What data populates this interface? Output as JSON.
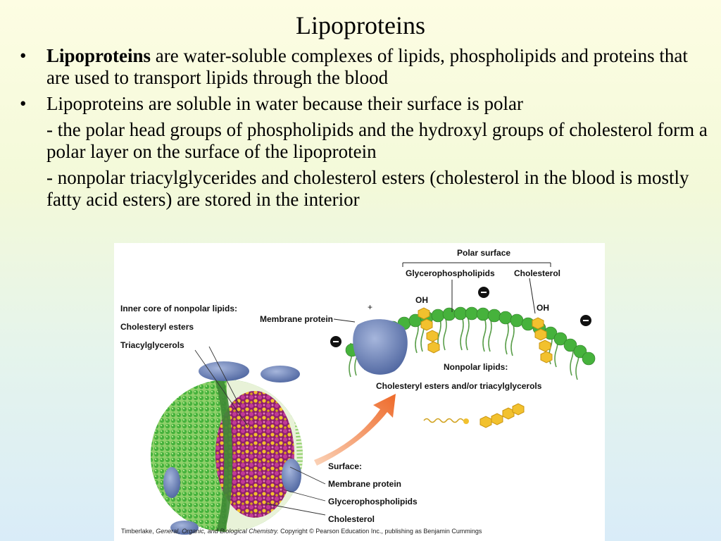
{
  "slide": {
    "title": "Lipoproteins",
    "bullets": [
      {
        "marker": "•",
        "term": "Lipoproteins",
        "text": " are water-soluble complexes of lipids, phospholipids and proteins that are used to transport lipids through the blood"
      },
      {
        "marker": "•",
        "text": "Lipoproteins are soluble in water because their surface is polar"
      }
    ],
    "subparagraphs": [
      "- the polar head groups of phospholipids and the hydroxyl groups of cholesterol form a polar layer on the surface of the lipoprotein",
      "- nonpolar triacylglycerides and cholesterol esters (cholesterol in the blood is mostly fatty acid esters) are stored in the interior"
    ]
  },
  "figure": {
    "labels": {
      "polar_surface": "Polar surface",
      "glycerophospholipids_top": "Glycerophospholipids",
      "cholesterol_top": "Cholesterol",
      "oh_left": "OH",
      "oh_right": "OH",
      "membrane_protein_top": "Membrane protein",
      "plus": "+",
      "inner_core": "Inner core of nonpolar lipids:",
      "cholesteryl_esters": "Cholesteryl esters",
      "triacylglycerols": "Triacylglycerols",
      "nonpolar_lipids": "Nonpolar lipids:",
      "nonpolar_detail": "Cholesteryl esters and/or triacylglycerols",
      "surface": "Surface:",
      "surface_membrane_protein": "Membrane protein",
      "surface_glycerophospholipids": "Glycerophospholipids",
      "surface_cholesterol": "Cholesterol"
    },
    "caption": {
      "author": "Timberlake, ",
      "book": "General, Organic, and Biological Chemistry.",
      "rest": " Copyright © Pearson Education Inc., publishing as Benjamin Cummings"
    },
    "colors": {
      "head_green": "#46b23c",
      "tail_green": "#5a9e4a",
      "protein_blue": "#6f86b8",
      "cholesterol_yellow": "#f2c12e",
      "core_magenta": "#a0227a",
      "charge_black": "#111111",
      "arrow_orange": "#f07a3a"
    }
  }
}
